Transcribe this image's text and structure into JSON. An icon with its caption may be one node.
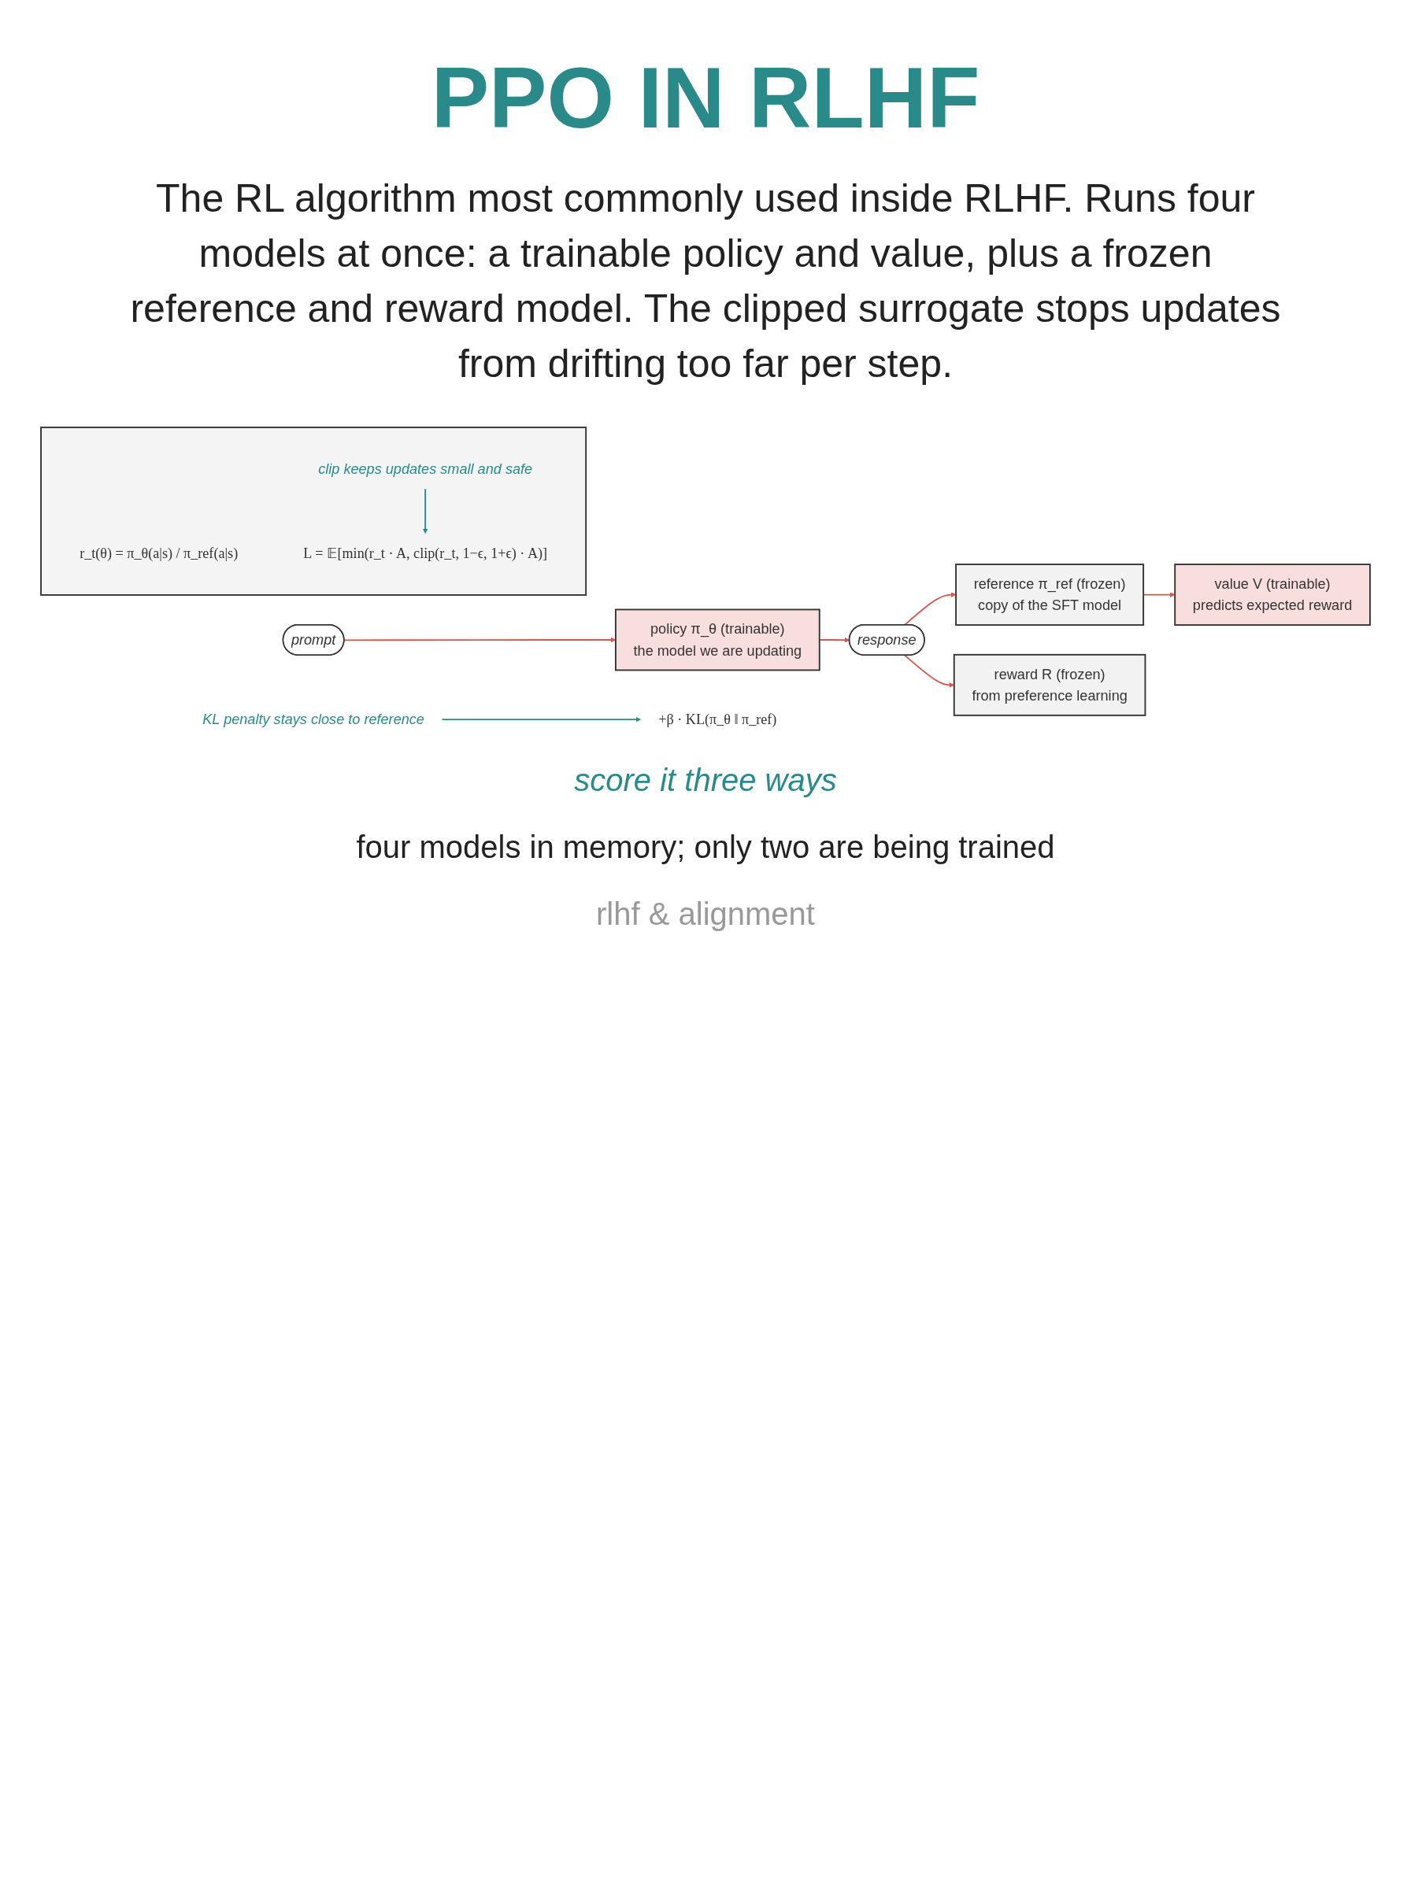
{
  "diagram": {
    "title": "PPO IN RLHF",
    "caption": "The RL algorithm most commonly used inside RLHF. Runs four models at once: a trainable policy and value, plus a frozen reference and reward model. The clipped surrogate stops updates from drifting too far per step.",
    "nodes": [
      {
        "text": [
          "prompt"
        ]
      },
      {
        "text": [
          "policy π_θ (trainable)",
          "the model we are updating"
        ]
      },
      {
        "text": [
          "response"
        ]
      },
      {
        "text": [
          "reference π_ref (frozen)",
          "copy of the SFT model"
        ]
      },
      {
        "text": [
          "value V (trainable)",
          "predicts expected reward"
        ]
      },
      {
        "text": [
          "reward R (frozen)",
          "from preference learning"
        ]
      },
      {
        "text": [],
        "shape": "box"
      },
      {
        "text": [
          "r_t(θ) = π_θ(a|s) / π_ref(a|s)"
        ],
        "in": 6
      },
      {
        "text": [
          "clip keeps updates small and safe"
        ],
        "in": 6
      },
      {
        "text": [
          "L = 𝔼[min(r_t · A, clip(r_t, 1−ϵ, 1+ϵ) · A)]"
        ],
        "in": 6
      },
      {
        "text": [
          "+β · KL(π_θ ‖ π_ref)"
        ]
      },
      {
        "text": [
          "KL penalty stays close to reference"
        ]
      }
    ],
    "edges": [
      {
        "from": 0,
        "to": 1,
        "arrow": "to"
      },
      {
        "from": 1,
        "to": 2,
        "arrow": "to"
      },
      {
        "from": 2,
        "to": 3,
        "arrow": "to"
      },
      {
        "from": 2,
        "to": 5,
        "arrow": "to"
      },
      {
        "from": 3,
        "to": 4,
        "arrow": "to"
      },
      {
        "from": 8,
        "to": 9,
        "arrow": "to",
        "color": "#2a8a8a"
      },
      {
        "from": 11,
        "to": 10,
        "arrow": "to",
        "color": "#2a8a8a"
      }
    ],
    "labels": [
      "score it three ways",
      "four models in memory; only two are being trained",
      "rlhf & alignment"
    ]
  }
}
